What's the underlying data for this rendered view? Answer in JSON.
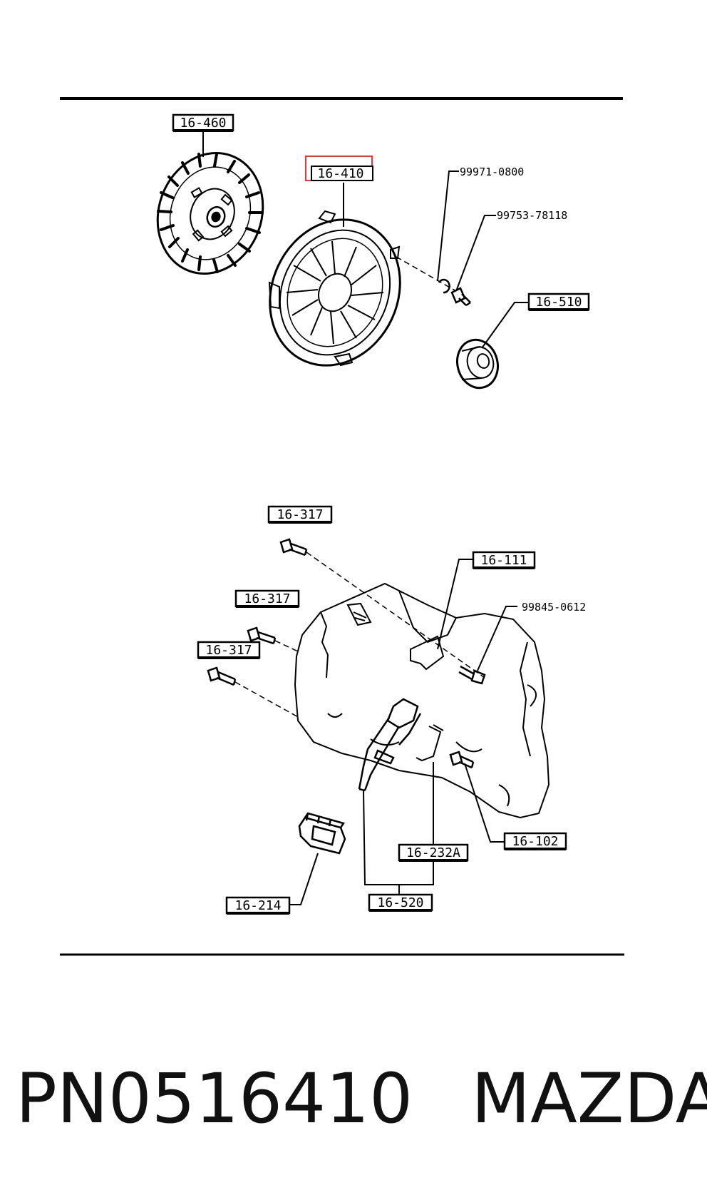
{
  "callouts": {
    "c16_460": "16-460",
    "c16_410": "16-410",
    "c99971_0800": "99971-0800",
    "c99753_78118": "99753-78118",
    "c16_510": "16-510",
    "c16_317_a": "16-317",
    "c16_317_b": "16-317",
    "c16_317_c": "16-317",
    "c16_111": "16-111",
    "c99845_0612": "99845-0612",
    "c16_232A": "16-232A",
    "c16_102": "16-102",
    "c16_214": "16-214",
    "c16_520": "16-520"
  },
  "highlight": {
    "color": "#e53935",
    "target": "16-410"
  },
  "caption": {
    "part_number": "PN0516410",
    "brand": "MAZDA"
  }
}
